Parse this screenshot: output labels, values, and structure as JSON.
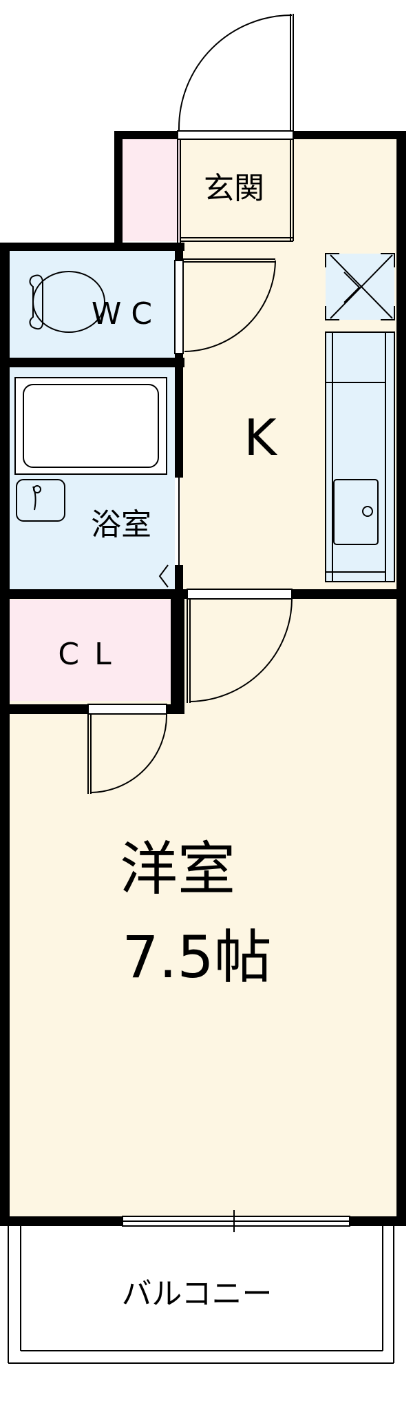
{
  "rooms": {
    "genkan": "玄関",
    "wc": "WC",
    "kitchen": "K",
    "bath": "浴室",
    "closet": "CL",
    "western_room": "洋室",
    "western_room_size": "7.5帖",
    "balcony": "バルコニー"
  },
  "colors": {
    "entrance_floor": "#fdeaf0",
    "closet_floor": "#fdeaf0",
    "wet_area_floor": "#e3f2fb",
    "room_floor": "#fdf6e3",
    "wall": "#000000"
  },
  "icons": {
    "refrigerator": "refrigerator-space-icon",
    "sink": "kitchen-sink-icon",
    "bathtub": "bathtub-icon",
    "toilet": "toilet-icon",
    "washbasin": "washbasin-icon"
  }
}
